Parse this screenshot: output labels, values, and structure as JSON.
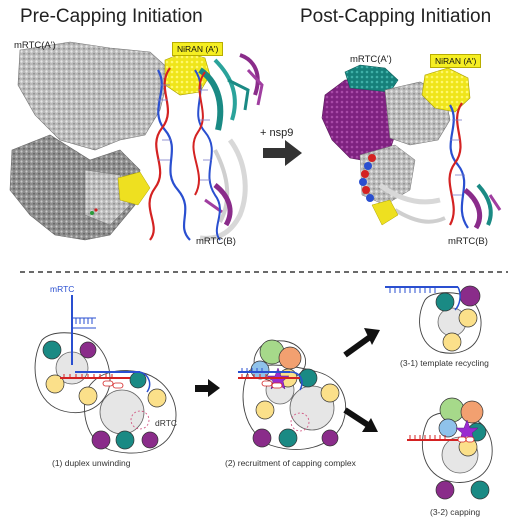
{
  "titles": {
    "pre": "Pre-Capping Initiation",
    "post": "Post-Capping Initiation"
  },
  "labels": {
    "pre_mrtc_a": "mRTC(A')",
    "pre_niran": "NiRAN (A')",
    "pre_mrtc_b": "mRTC(B)",
    "arrow": "+ nsp9",
    "post_mrtc_a": "mRTC(A')",
    "post_niran": "NiRAN (A')",
    "post_mrtc_b": "mRTC(B)",
    "schematic_mrtc": "mRTC",
    "schematic_drtc": "dRTC"
  },
  "captions": {
    "step1": "(1) duplex unwinding",
    "step2": "(2) recruitment of capping complex",
    "step31": "(3-1) template recycling",
    "step32": "(3-2) capping"
  },
  "colors": {
    "gray_surface": "#a9a9a9",
    "niran_yellow": "#f2ea1a",
    "teal": "#1a8a84",
    "purple": "#8a2c8a",
    "rna_red": "#d42222",
    "rna_blue": "#2a4fd0",
    "cream": "#fbe08a",
    "green": "#a6d98a",
    "orange": "#f2a070",
    "light_blue": "#8fc2ea",
    "star_purple": "#9a2ad0"
  }
}
